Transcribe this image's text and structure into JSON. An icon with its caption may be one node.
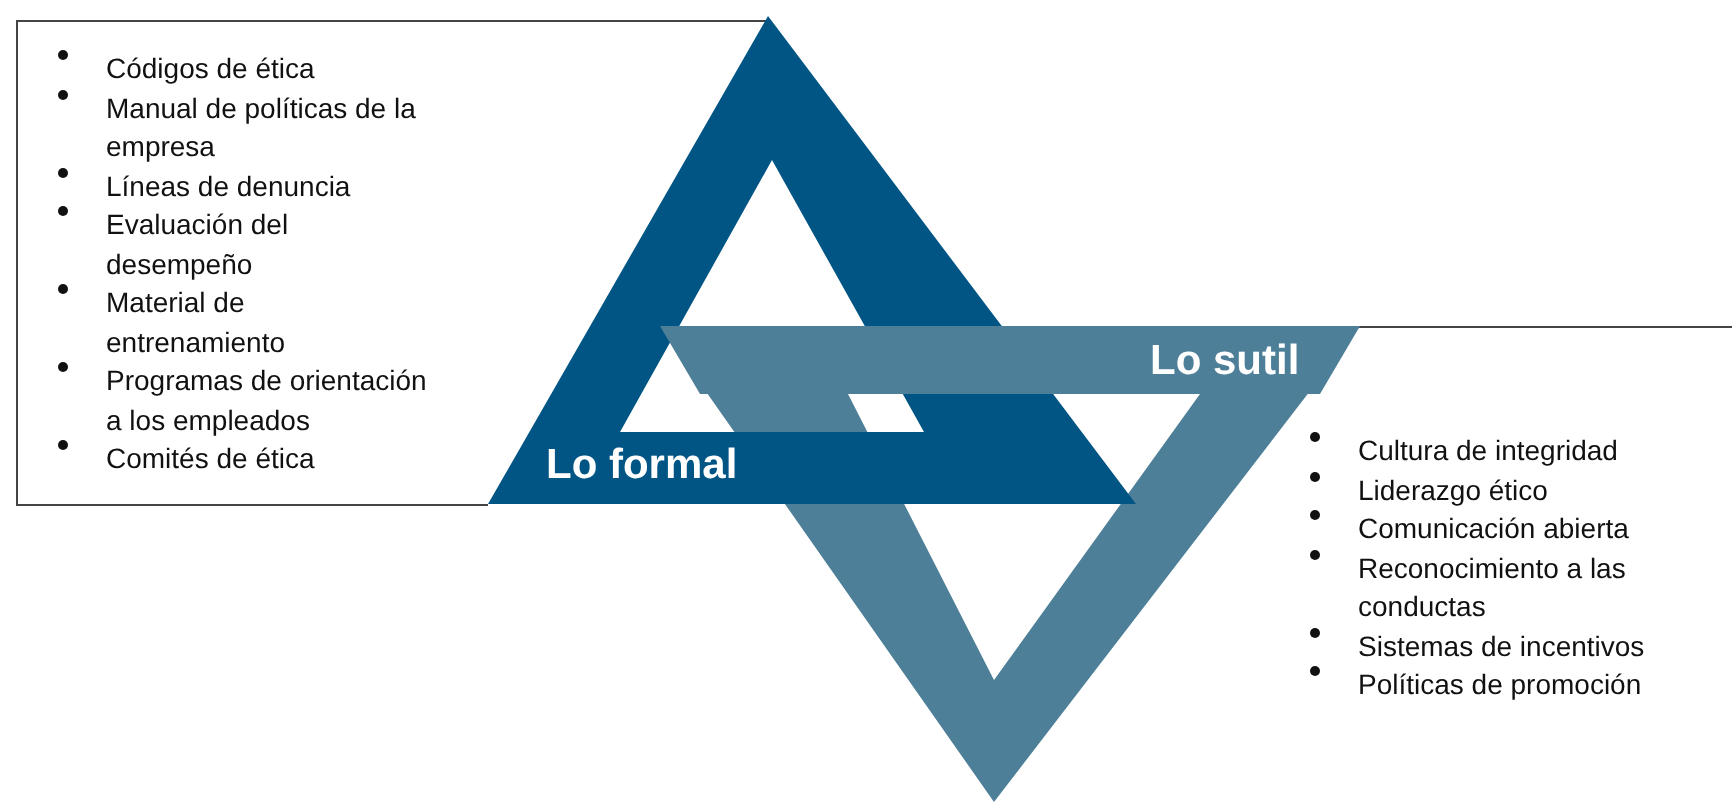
{
  "diagram": {
    "nodes": [
      {
        "text": [
          "Códigos de ética",
          "Manual de políticas de la empresa",
          "Líneas de denuncia",
          "Evaluación del desempeño",
          "Material de entrenamiento",
          "Programas de orientación a los empleados",
          "Comités de ética"
        ]
      },
      {
        "text": [
          "Lo formal"
        ]
      },
      {
        "text": [
          "Lo sutil"
        ]
      },
      {
        "text": [
          "Cultura de integridad",
          "Liderazgo ético",
          "Comunicación abierta",
          "Reconocimiento a las conductas",
          "Sistemas de incentivos",
          "Políticas de promoción"
        ]
      }
    ]
  }
}
